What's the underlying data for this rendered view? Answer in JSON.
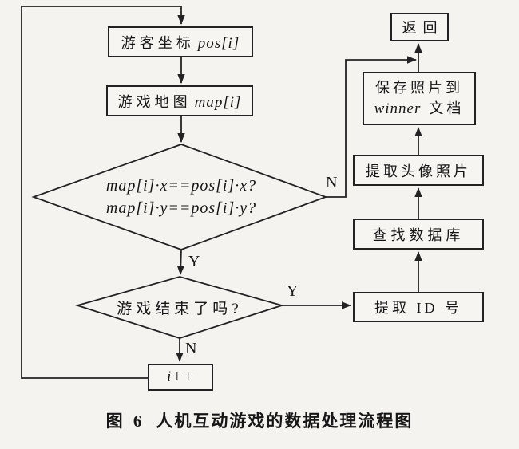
{
  "colors": {
    "background": "#f4f3f0",
    "line": "#222222",
    "text": "#161616"
  },
  "nodes": {
    "visitor_pos": {
      "cn": "游客坐标",
      "math": "pos[i]"
    },
    "game_map": {
      "cn": "游戏地图",
      "math": "map[i]"
    },
    "match_check": {
      "line1": "map[i]·x==pos[i]·x?",
      "line2": "map[i]·y==pos[i]·y?"
    },
    "game_over": {
      "label": "游戏结束了吗?"
    },
    "increment": {
      "label": "i++"
    },
    "extract_id": {
      "label": "提取 ID 号"
    },
    "search_db": {
      "label": "查找数据库"
    },
    "extract_photo": {
      "label": "提取头像照片"
    },
    "save_photo": {
      "line1": "保存照片到",
      "line2_math": "winner",
      "line2_cn": "文档"
    },
    "return": {
      "label": "返回"
    }
  },
  "branch_labels": {
    "match_no": "N",
    "match_yes": "Y",
    "over_yes": "Y",
    "over_no": "N"
  },
  "caption": {
    "figure_no": "图 6",
    "title": "人机互动游戏的数据处理流程图"
  }
}
